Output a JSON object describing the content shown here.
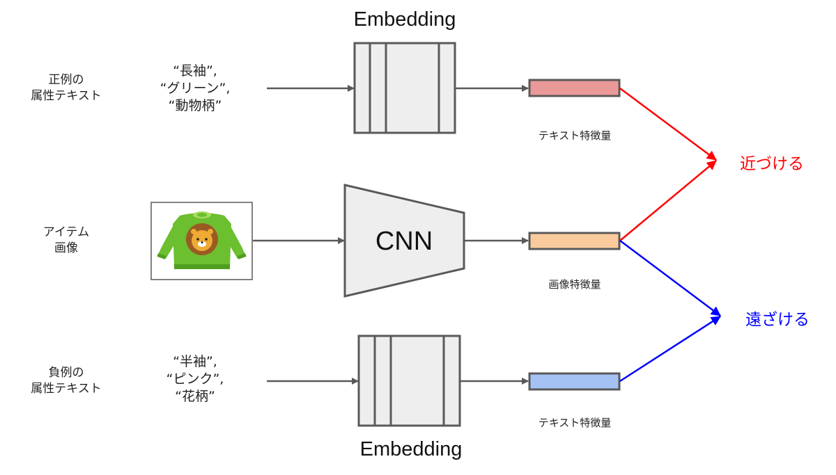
{
  "rows": {
    "positive": {
      "label": "正例の\n属性テキスト",
      "attributes": "“長袖”,\n“グリーン”,\n“動物柄”",
      "encoder_label": "Embedding",
      "feature_label": "テキスト特徴量",
      "feature_color": "#ea9999"
    },
    "item": {
      "label": "アイテム\n画像",
      "image_desc": "green sweater with lion face",
      "encoder_label": "CNN",
      "feature_label": "画像特徴量",
      "feature_color": "#f9cb9c"
    },
    "negative": {
      "label": "負例の\n属性テキスト",
      "attributes": "“半袖”,\n“ピンク”,\n“花柄”",
      "encoder_label": "Embedding",
      "feature_label": "テキスト特徴量",
      "feature_color": "#a4c2f4"
    }
  },
  "outcomes": {
    "pull": {
      "label": "近づける",
      "color": "#ff0000"
    },
    "push": {
      "label": "遠ざける",
      "color": "#0000ff"
    }
  },
  "colors": {
    "stroke": "#595959",
    "box_fill": "#eeeeee"
  }
}
